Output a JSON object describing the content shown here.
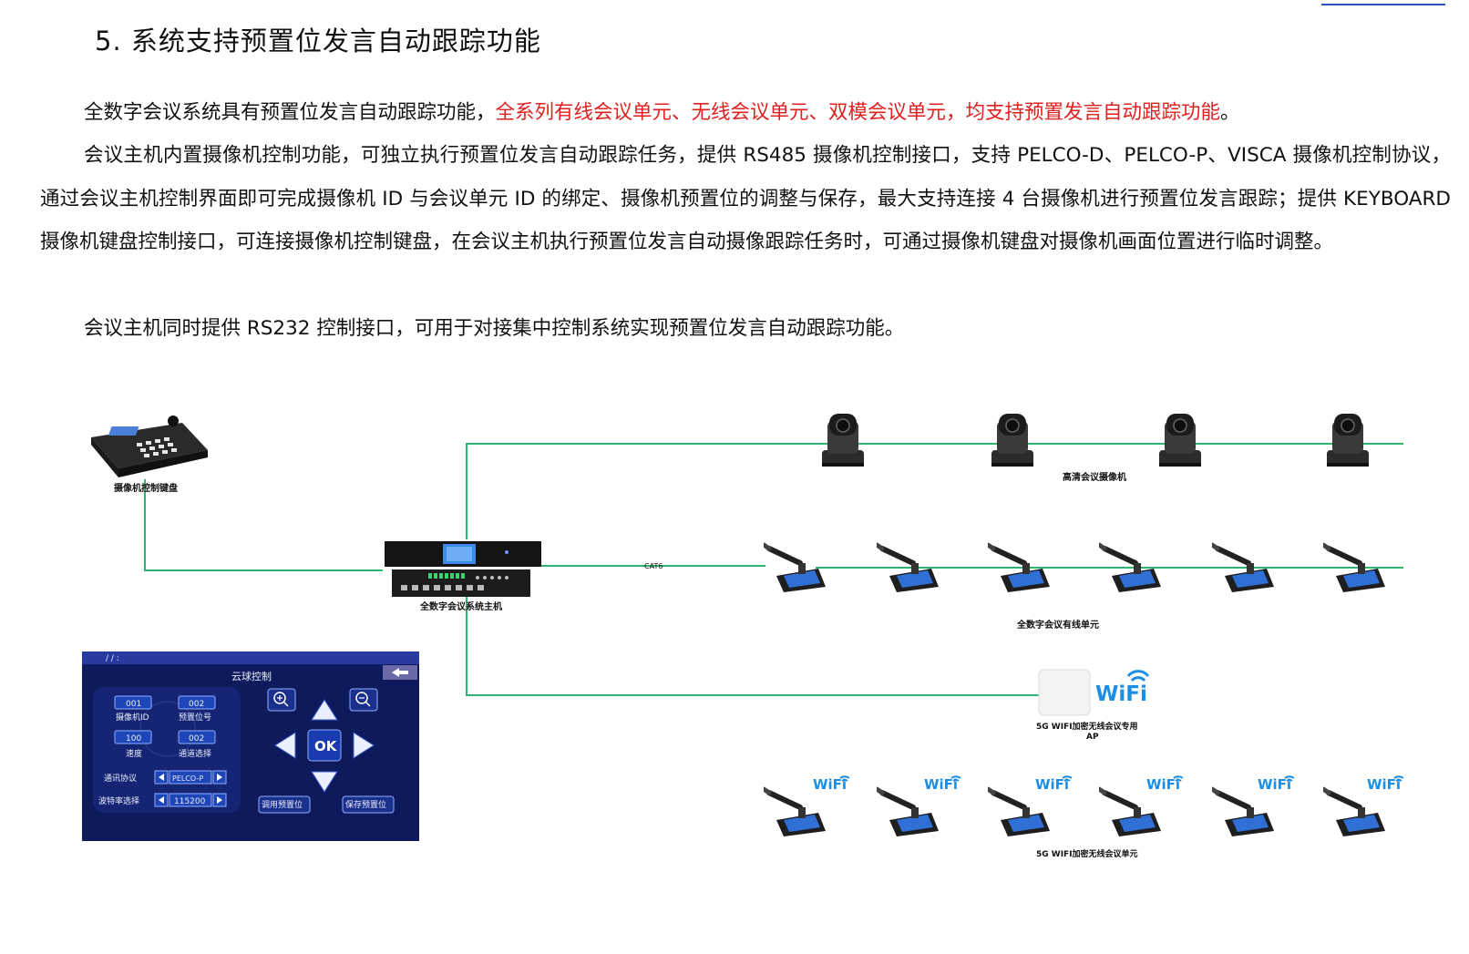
{
  "heading": "5.  系统支持预置位发言自动跟踪功能",
  "paragraphs": {
    "p1_a": "全数字会议系统具有预置位发言自动跟踪功能，",
    "p1_red": "全系列有线会议单元、无线会议单元、双模会议单元，均支持预置发言自动跟踪功能",
    "p1_b": "。",
    "p2": "会议主机内置摄像机控制功能，可独立执行预置位发言自动跟踪任务，提供 RS485 摄像机控制接口，支持 PELCO-D、PELCO-P、VISCA 摄像机控制协议，通过会议主机控制界面即可完成摄像机 ID 与会议单元 ID 的绑定、摄像机预置位的调整与保存，最大支持连接 4 台摄像机进行预置位发言跟踪；提供 KEYBOARD 摄像机键盘控制接口，可连接摄像机控制键盘，在会议主机执行预置位发言自动摄像跟踪任务时，可通过摄像机键盘对摄像机画面位置进行临时调整。",
    "p3": "会议主机同时提供 RS232 控制接口，可用于对接集中控制系统实现预置位发言自动跟踪功能。"
  },
  "diagram": {
    "keyboard_label": "摄像机控制键盘",
    "host_label": "全数字会议系统主机",
    "cat6_label": "CAT6",
    "cameras_label": "高清会议摄像机",
    "wired_units_label": "全数字会议有线单元",
    "ap_label_1": "5G WIFI加密无线会议专用",
    "ap_label_2": "AP",
    "wifi_text": "WiFi",
    "wireless_units_label": "5G WIFI加密无线会议单元",
    "colors": {
      "line": "#2fb573",
      "panel": "#0e1a5c",
      "red": "#e01f1f"
    }
  },
  "panel": {
    "title": "云球控制",
    "top_slashes": "/   /        :",
    "camera_id_value": "001",
    "camera_id_label": "摄像机ID",
    "preset_value": "002",
    "preset_label": "预置位号",
    "speed_value": "100",
    "speed_label": "速度",
    "channel_value": "002",
    "channel_label": "通道选择",
    "protocol_label": "通讯协议",
    "protocol_value": "PELCO-P",
    "baud_label": "波特率选择",
    "baud_value": "115200",
    "ok_label": "OK",
    "call_preset": "调用预置位",
    "save_preset": "保存预置位"
  }
}
